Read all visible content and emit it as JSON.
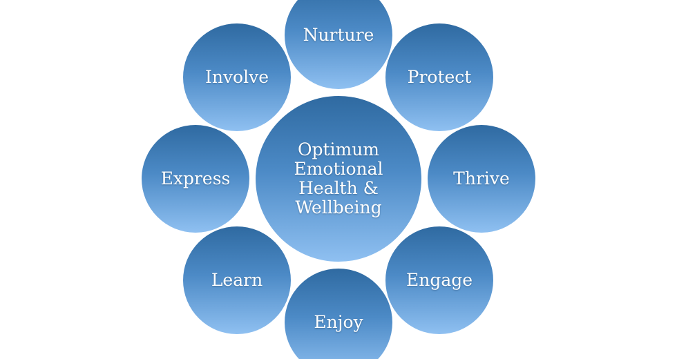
{
  "center": {
    "label": "Optimum\nEmotional\nHealth &\nWellbeing"
  },
  "outer": {
    "nurture": "Nurture",
    "protect": "Protect",
    "thrive": "Thrive",
    "engage": "Engage",
    "enjoy": "Enjoy",
    "learn": "Learn",
    "express": "Express",
    "involve": "Involve"
  },
  "colors": {
    "bubble_top": "#2f6aa1",
    "bubble_mid": "#4c8ac6",
    "bubble_bottom": "#8fc0f1",
    "text": "#ffffff",
    "background": "#ffffff"
  }
}
